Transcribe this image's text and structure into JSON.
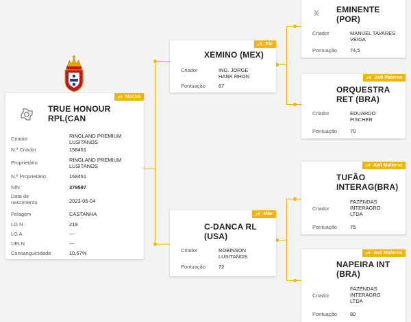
{
  "badges": {
    "macho": "Macho",
    "pai": "Pai",
    "mae": "Mãe",
    "avo_paterna": "Avô Paterna",
    "avo_materno": "Avô Materno",
    "avo_materna": "Avó Materna"
  },
  "horse": {
    "name": "TRUE HONOUR RPL(CAN",
    "fields": [
      {
        "label": "Criador",
        "value": "RINGLAND PREMIUM LUSITANOS"
      },
      {
        "label": "N.º Criador",
        "value": "158451"
      },
      {
        "label": "Proprietário",
        "value": "RINGLAND PREMIUM LUSITANOS"
      },
      {
        "label": "N.º Proprietário",
        "value": "158451"
      },
      {
        "label": "NIN",
        "value": "379597"
      },
      {
        "label": "Data de nascimento",
        "value": "2023-05-04"
      },
      {
        "label": "Pelagem",
        "value": "CASTANHA"
      },
      {
        "label": "LG N",
        "value": "219"
      },
      {
        "label": "LG A",
        "value": "---"
      },
      {
        "label": "UELN",
        "value": "---"
      },
      {
        "label": "Consanguinidade",
        "value": "10,67%"
      }
    ]
  },
  "sire": {
    "name": "XEMINO (MEX)",
    "criador_label": "Criador",
    "criador": "ING. JORGE HANK RHON",
    "pont_label": "Pontuação",
    "pont": "67"
  },
  "dam": {
    "name": "C-DANCA RL (USA)",
    "criador_label": "Criador",
    "criador": "ROBINSON LUSITANOS",
    "pont_label": "Pontuação",
    "pont": "72"
  },
  "gs1": {
    "name": "EMINENTE (POR)",
    "criador_label": "Criador",
    "criador": "MANUEL TAVARES VEIGA",
    "pont_label": "Pontuação",
    "pont": "74,5"
  },
  "gs2": {
    "name": "ORQUESTRA RET (BRA)",
    "criador_label": "Criador",
    "criador": "EDUARDO FISCHER",
    "pont_label": "Pontuação",
    "pont": "70"
  },
  "gs3": {
    "name": "TUFÃO INTERAG(BRA)",
    "criador_label": "Criador",
    "criador": "FAZENDAS INTERAGRO LTDA",
    "pont_label": "Pontuação",
    "pont": "75"
  },
  "gs4": {
    "name": "NAPEIRA INT (BRA)",
    "criador_label": "Criador",
    "criador": "FAZENDAS INTERAGRO LTDA",
    "pont_label": "Pontuação",
    "pont": "80"
  },
  "colors": {
    "accent": "#f5b400",
    "background": "#f3f3f3"
  },
  "icons": {
    "badge": "horse-icon",
    "crest": "coat-of-arms-icon",
    "emblem": "stud-emblem-icon"
  }
}
